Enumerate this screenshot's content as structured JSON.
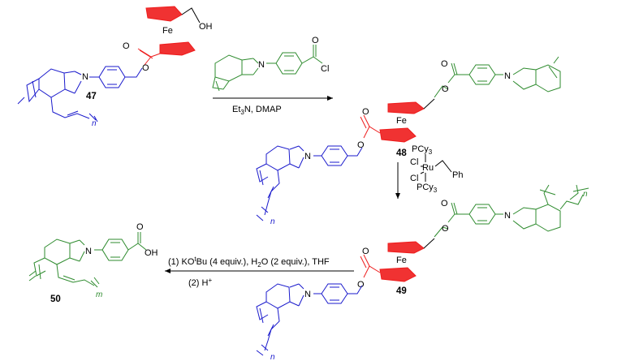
{
  "colors": {
    "blue": "#1a1acc",
    "green": "#2e8b2e",
    "red": "#ee1c1c",
    "black": "#000000"
  },
  "atoms": {
    "N": "N",
    "O": "O",
    "Fe": "Fe",
    "OH": "OH",
    "Cl": "Cl",
    "n": "n",
    "m": "m",
    "Ph": "Ph",
    "Ru": "Ru",
    "PCy": "PCy",
    "three": "3"
  },
  "compounds": {
    "c47": "47",
    "c48": "48",
    "c49": "49",
    "c50": "50"
  },
  "step1": {
    "reagents_prefix": "Et",
    "reagents_sub": "3",
    "reagents_suffix": "N, DMAP"
  },
  "step3": {
    "line1_a": "(1) KO",
    "line1_sup": "t",
    "line1_b": "Bu (4 equiv.), H",
    "line1_sub": "2",
    "line1_c": "O (2 equiv.), THF",
    "line2_a": "(2) H",
    "line2_sup": "+"
  }
}
